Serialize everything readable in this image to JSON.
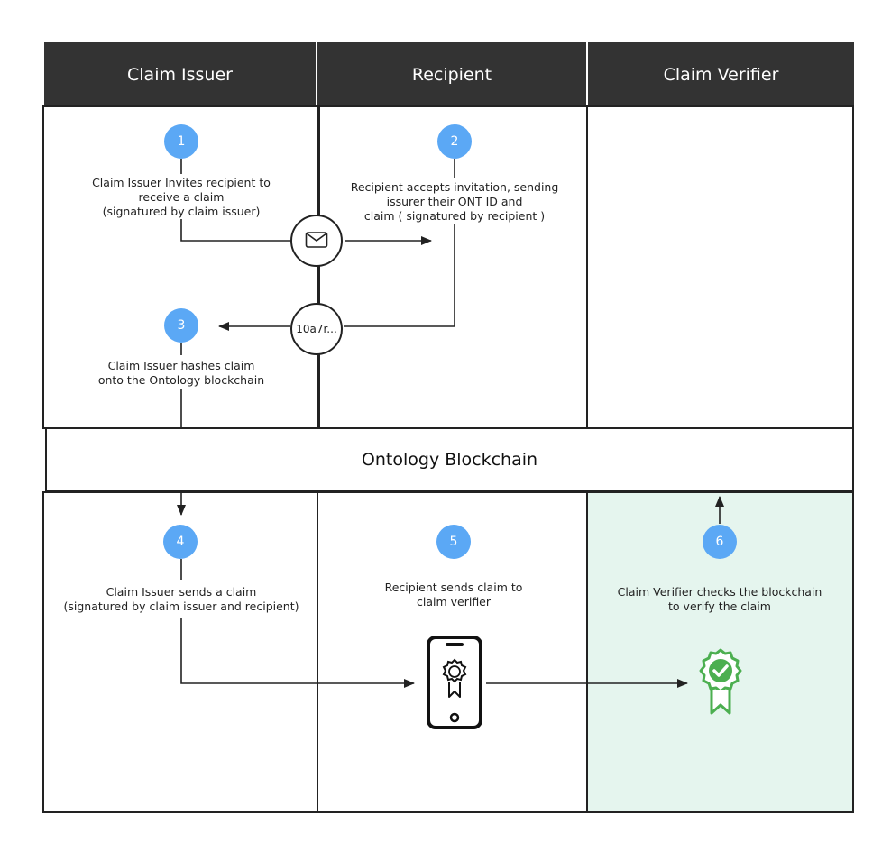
{
  "lanes": {
    "issuer": "Claim Issuer",
    "recipient": "Recipient",
    "verifier": "Claim Verifier"
  },
  "band": "Ontology Blockchain",
  "steps": {
    "s1": {
      "num": "1",
      "lines": [
        "Claim Issuer Invites recipient to",
        "receive a claim",
        "(signatured by claim issuer)"
      ]
    },
    "s2": {
      "num": "2",
      "lines": [
        "Recipient accepts invitation, sending",
        "issurer their ONT ID and",
        "claim ( signatured by recipient )"
      ]
    },
    "s3": {
      "num": "3",
      "lines": [
        "Claim Issuer hashes claim",
        "onto the Ontology blockchain"
      ]
    },
    "s4": {
      "num": "4",
      "lines": [
        "Claim Issuer sends a claim",
        "(signatured by claim issuer and recipient)"
      ]
    },
    "s5": {
      "num": "5",
      "lines": [
        "Recipient sends claim to",
        "claim verifier"
      ]
    },
    "s6": {
      "num": "6",
      "lines": [
        "Claim Verifier checks the blockchain",
        "to verify the claim"
      ]
    }
  },
  "hash_node": "10a7r...",
  "icons": {
    "envelope": "envelope-icon",
    "phone": "phone-certificate-icon",
    "badge": "verified-badge-icon"
  },
  "colors": {
    "header": "#333333",
    "step": "#5ba8f5",
    "verify_bg": "#e5f5ee",
    "badge": "#4caf50"
  }
}
